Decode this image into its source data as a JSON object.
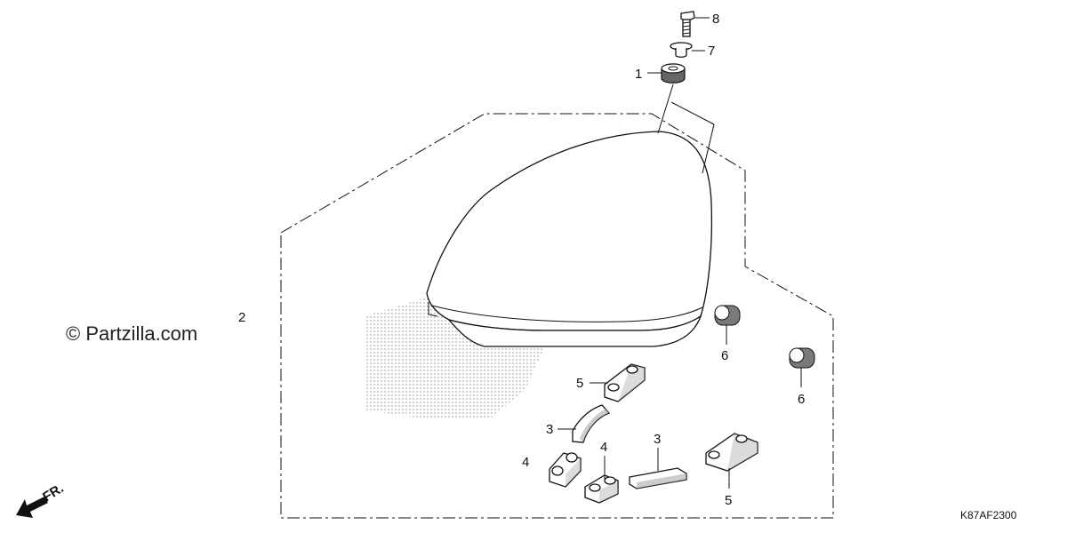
{
  "watermark": "© Partzilla.com",
  "diagram_code": "K87AF2300",
  "direction_label": "FR.",
  "callouts": {
    "c1": "1",
    "c2": "2",
    "c3a": "3",
    "c3b": "3",
    "c4a": "4",
    "c4b": "4",
    "c5a": "5",
    "c5b": "5",
    "c6a": "6",
    "c6b": "6",
    "c7": "7",
    "c8": "8"
  },
  "icons": {
    "direction": "arrow-icon"
  }
}
